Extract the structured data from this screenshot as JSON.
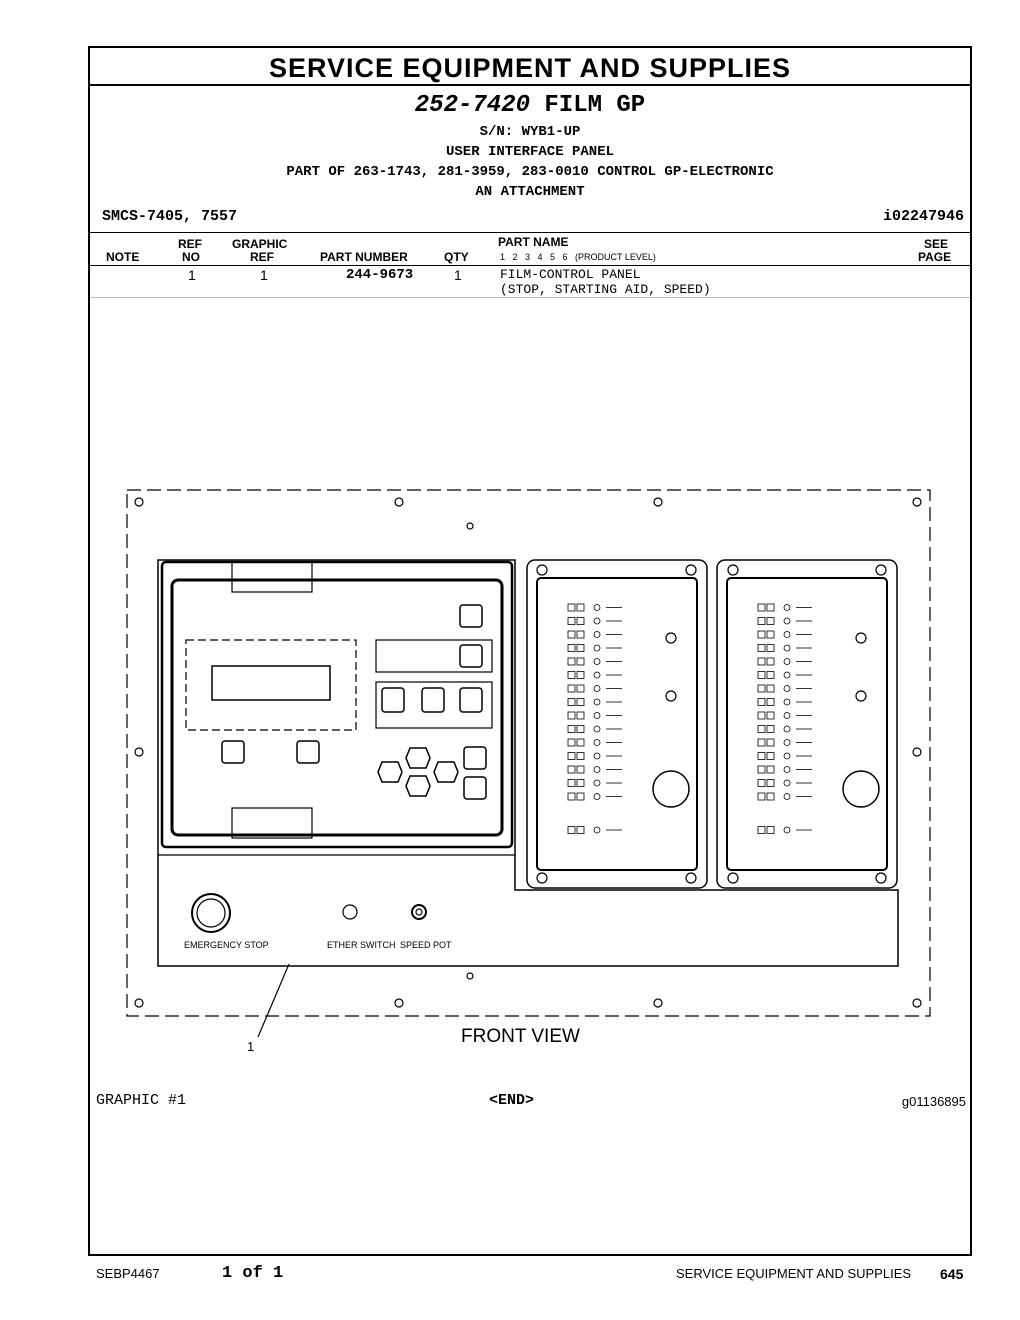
{
  "header": {
    "title": "SERVICE EQUIPMENT AND SUPPLIES"
  },
  "part": {
    "number": "252-7420",
    "name": "FILM GP",
    "serial": "S/N: WYB1-UP",
    "subtitle": "USER INTERFACE PANEL",
    "part_of": "PART OF 263-1743, 281-3959, 283-0010 CONTROL GP-ELECTRONIC",
    "attachment": "AN ATTACHMENT"
  },
  "smcs": "SMCS-7405, 7557",
  "illustration_id": "i02247946",
  "columns": {
    "note": "NOTE",
    "ref_top": "REF",
    "ref_bottom": "NO",
    "graphic_top": "GRAPHIC",
    "graphic_bottom": "REF",
    "part_number": "PART NUMBER",
    "qty": "QTY",
    "part_name": "PART NAME",
    "product_levels": "1   2   3   4   5   6   (PRODUCT LEVEL)",
    "see_top": "SEE",
    "see_bottom": "PAGE"
  },
  "parts": [
    {
      "ref": "1",
      "graphic": "1",
      "part_number": "244-9673",
      "qty": "1",
      "name": "FILM-CONTROL PANEL",
      "name2": "(STOP, STARTING AID, SPEED)"
    }
  ],
  "graphic": {
    "callout": "1",
    "view_label": "FRONT VIEW",
    "emergency_stop": "EMERGENCY STOP",
    "ether_switch": "ETHER SWITCH",
    "speed_pot": "SPEED POT",
    "label": "GRAPHIC #1",
    "end": "<END>",
    "graphic_id": "g01136895"
  },
  "footer": {
    "doc": "SEBP4467",
    "page_of": "1 of 1",
    "section": "SERVICE EQUIPMENT AND SUPPLIES",
    "page": "645"
  }
}
